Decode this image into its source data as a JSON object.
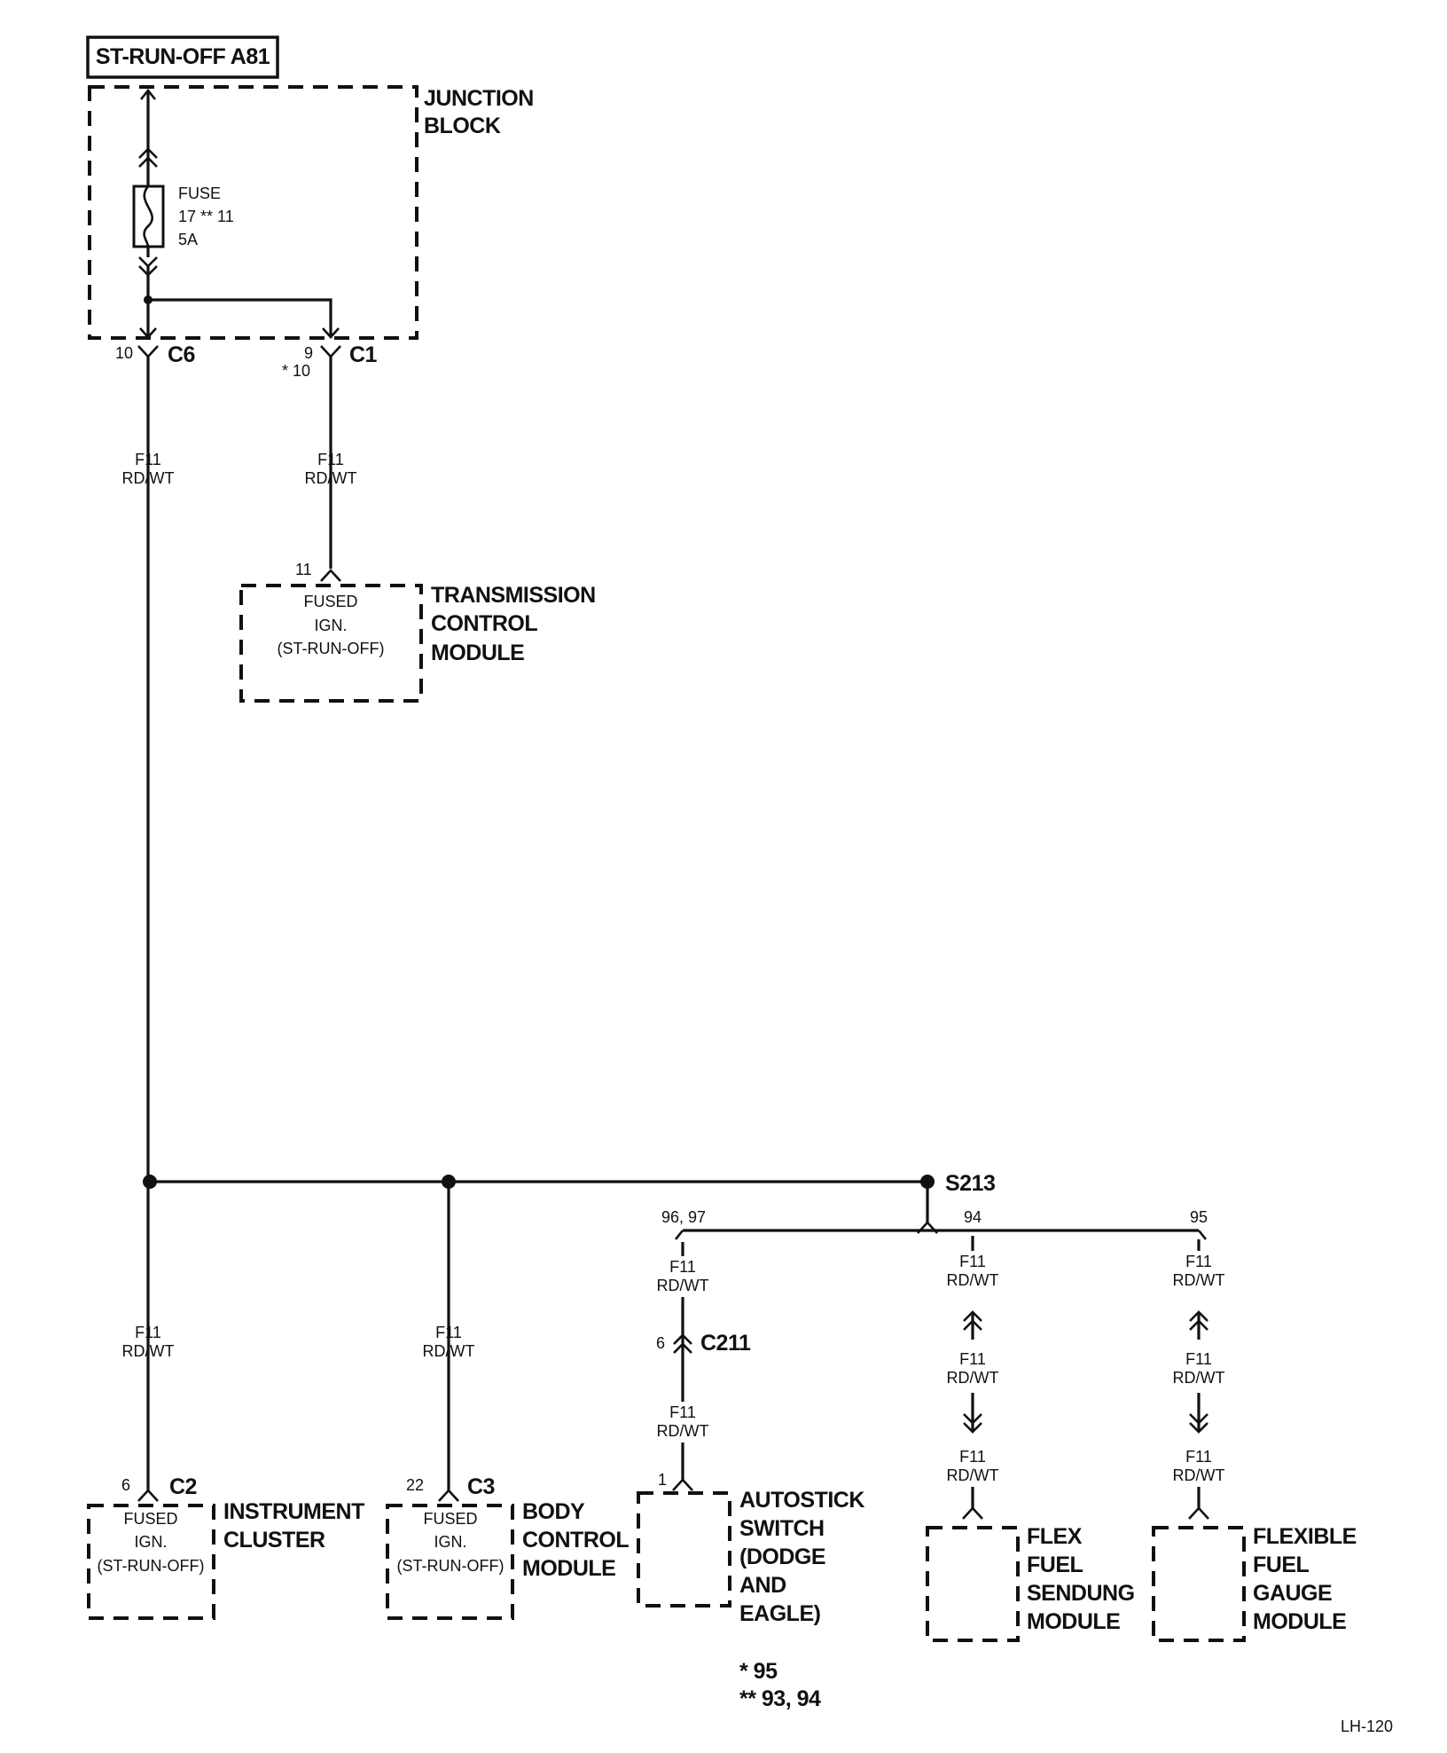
{
  "title": "ST-RUN-OFF A81",
  "junction_block": {
    "label_lines": [
      "JUNCTION",
      "BLOCK"
    ]
  },
  "fuse": {
    "label": "FUSE",
    "number": "17 ** 11",
    "rating": "5A"
  },
  "connectors": {
    "c6": {
      "name": "C6",
      "pin": "10"
    },
    "c1": {
      "name": "C1",
      "pin": "9",
      "alt_pin": "* 10"
    },
    "c2": {
      "name": "C2",
      "pin": "6"
    },
    "c3": {
      "name": "C3",
      "pin": "22"
    },
    "c211": {
      "name": "C211",
      "pin": "6"
    }
  },
  "wire": {
    "circuit": "F11",
    "color": "RD/WT"
  },
  "splice": {
    "name": "S213",
    "pin_left": "96, 97",
    "pin_mid": "94",
    "pin_right": "95"
  },
  "modules": {
    "tcm": {
      "pin": "11",
      "inner": [
        "FUSED",
        "IGN.",
        "(ST-RUN-OFF)"
      ],
      "label_lines": [
        "TRANSMISSION",
        "CONTROL",
        "MODULE"
      ]
    },
    "ic": {
      "inner": [
        "FUSED",
        "IGN.",
        "(ST-RUN-OFF)"
      ],
      "label_lines": [
        "INSTRUMENT",
        "CLUSTER"
      ]
    },
    "bcm": {
      "inner": [
        "FUSED",
        "IGN.",
        "(ST-RUN-OFF)"
      ],
      "label_lines": [
        "BODY",
        "CONTROL",
        "MODULE"
      ]
    },
    "autostick": {
      "pin": "1",
      "label_lines": [
        "AUTOSTICK",
        "SWITCH",
        "(DODGE",
        "AND",
        "EAGLE)"
      ]
    },
    "ffsm": {
      "label_lines": [
        "FLEX",
        "FUEL",
        "SENDUNG",
        "MODULE"
      ]
    },
    "ffgm": {
      "label_lines": [
        "FLEXIBLE",
        "FUEL",
        "GAUGE",
        "MODULE"
      ]
    }
  },
  "footnotes": [
    "* 95",
    "** 93, 94"
  ],
  "page_code": "LH-120"
}
